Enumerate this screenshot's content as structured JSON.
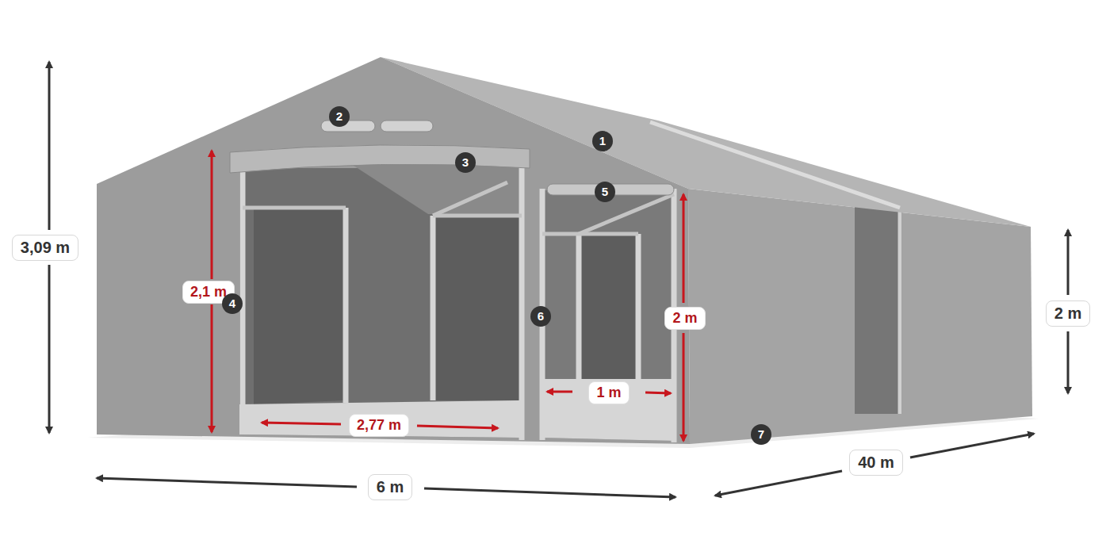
{
  "diagram": {
    "labels": [
      "3,09 m",
      "2",
      "1",
      "3",
      "5",
      "2,1 m",
      "4",
      "6",
      "2 m",
      "2 m",
      "1 m",
      "2,77 m",
      "7",
      "6 m",
      "40 m"
    ]
  }
}
